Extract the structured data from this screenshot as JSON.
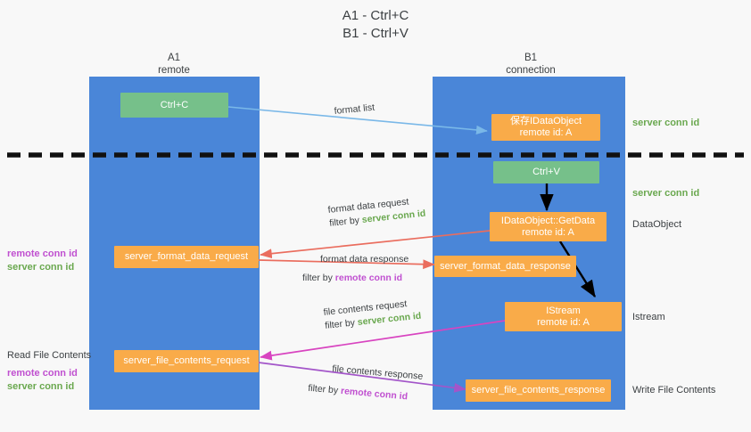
{
  "title": {
    "line1": "A1 - Ctrl+C",
    "line2": "B1 - Ctrl+V"
  },
  "lanes": [
    {
      "id": "a1",
      "name": "A1",
      "sub": "remote",
      "color": "#4a86d8"
    },
    {
      "id": "b1",
      "name": "B1",
      "sub": "connection",
      "color": "#4a86d8"
    }
  ],
  "nodes": {
    "ctrl_c": {
      "label": "Ctrl+C",
      "color": "green"
    },
    "save_dataobject": {
      "line1": "保存IDataObject",
      "line2": "remote id: A",
      "color": "orange"
    },
    "ctrl_v": {
      "label": "Ctrl+V",
      "color": "green"
    },
    "getdata": {
      "line1": "IDataObject::GetData",
      "line2": "remote id: A",
      "color": "orange"
    },
    "istream": {
      "line1": "IStream",
      "line2": "remote id: A",
      "color": "orange"
    },
    "format_data_request": {
      "label": "server_format_data_request",
      "color": "orange"
    },
    "format_data_response": {
      "label": "server_format_data_response",
      "color": "orange"
    },
    "file_contents_request": {
      "label": "server_file_contents_request",
      "color": "orange"
    },
    "file_contents_response": {
      "label": "server_file_contents_response",
      "color": "orange"
    }
  },
  "edge_labels": {
    "format_list": "format list",
    "format_data_request": {
      "line1": "format data request",
      "prefix": "filter by ",
      "key": "server conn id"
    },
    "format_data_response": {
      "line1": "format data response",
      "prefix": "filter by ",
      "key": "remote conn id"
    },
    "file_contents_request": {
      "line1": "file contents request",
      "prefix": "filter by ",
      "key": "server conn id"
    },
    "file_contents_response": {
      "line1": "file contents response",
      "prefix": "filter by ",
      "key": "remote conn id"
    }
  },
  "right_labels": {
    "server_conn_id_top": "server conn id",
    "server_conn_id_mid": "server conn id",
    "data_object": "DataObject",
    "istream": "Istream",
    "write_file_contents": "Write File Contents"
  },
  "left_labels": {
    "conn_pair_top": {
      "remote": "remote conn id",
      "server": "server conn id"
    },
    "read_file_contents": "Read File Contents",
    "conn_pair_bottom": {
      "remote": "remote conn id",
      "server": "server conn id"
    }
  },
  "colors": {
    "lane": "#4a86d8",
    "green_node": "#76c08a",
    "orange_node": "#f9ab49",
    "server_conn": "#6aa84f",
    "remote_conn": "#c050d0",
    "blue_arrow": "#7ab8e8",
    "red_arrow": "#ea6d5e",
    "magenta_arrow": "#d844c0",
    "purple_arrow": "#a355c9",
    "black_arrow": "#000000",
    "divider": "#111111"
  }
}
